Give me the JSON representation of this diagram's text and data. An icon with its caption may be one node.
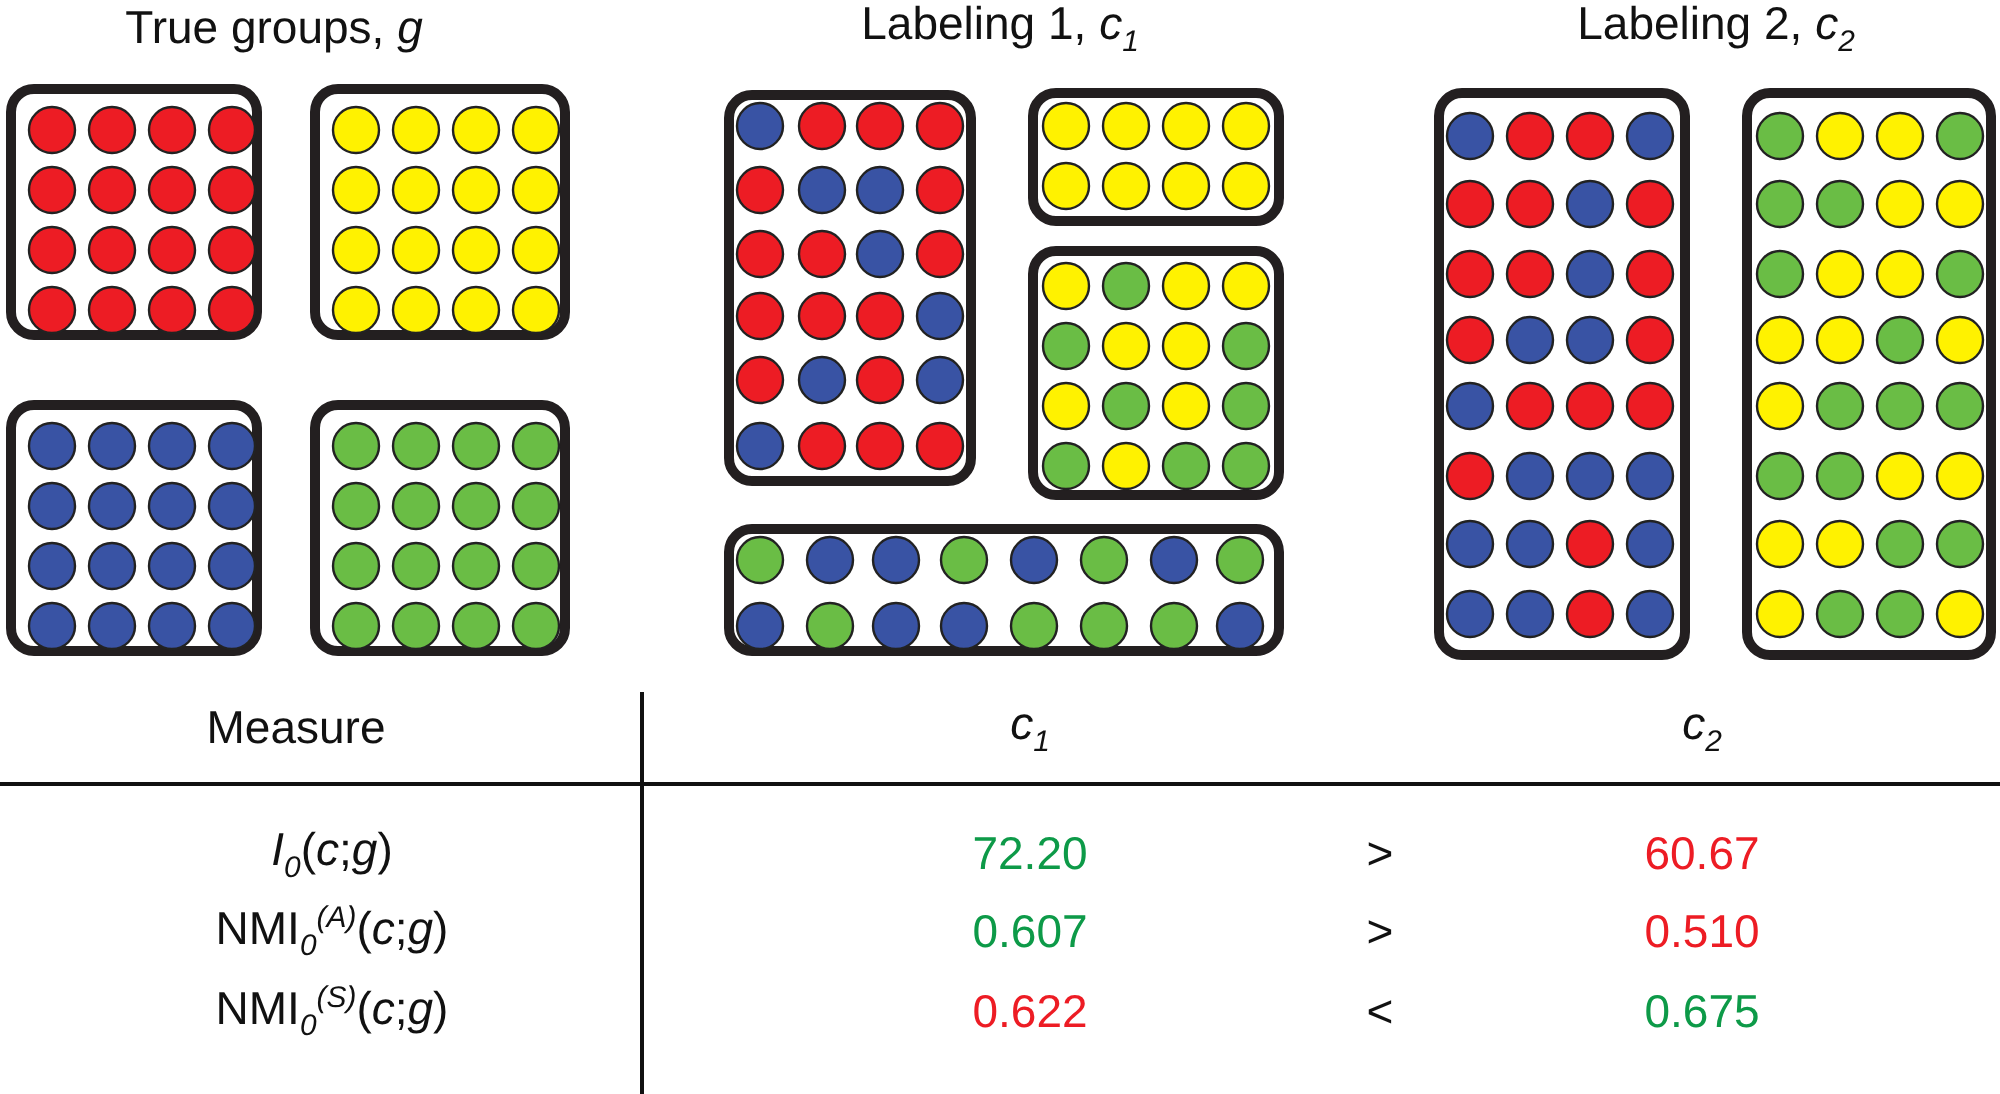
{
  "diagram": {
    "nodes": [
      {
        "text": [],
        "shape": "box"
      },
      {
        "text": [],
        "shape": "box"
      },
      {
        "text": [],
        "shape": "box"
      },
      {
        "text": [],
        "shape": "box"
      },
      {
        "text": [],
        "shape": "box"
      },
      {
        "text": [],
        "shape": "box"
      },
      {
        "text": [],
        "shape": "box"
      },
      {
        "text": [],
        "shape": "box"
      },
      {
        "text": [],
        "shape": "box"
      },
      {
        "text": [],
        "shape": "box"
      }
    ],
    "edges": [],
    "labels": [
      "True groups, *g*",
      "Labeling 1, *c*$_{1}$",
      "Labeling 2, *c*$_{2}$",
      "Measure",
      "c$_{1}$",
      "c$_{2}$",
      "*I*$_{0}$(*c*;*g*)",
      "72.20",
      ">",
      "60.67",
      "NMI$_{0}$$^{(A)}$(*c*;*g*)",
      "0.607",
      ">",
      "0.510",
      "NMI$_{0}$$^{(S)}$(*c*;*g*)",
      "0.622",
      "<",
      "0.675"
    ]
  }
}
